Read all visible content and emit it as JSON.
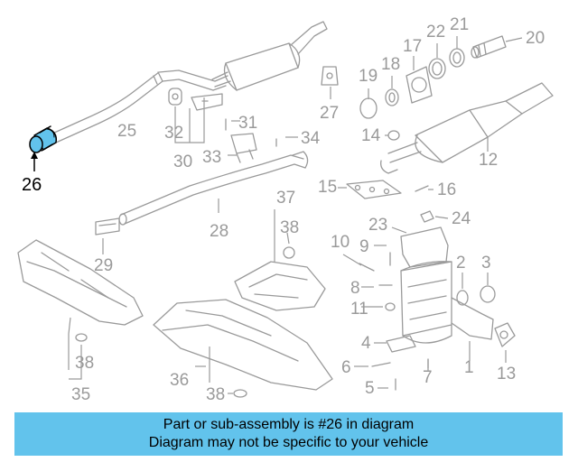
{
  "labels": {
    "p1": "1",
    "p2": "2",
    "p3": "3",
    "p4": "4",
    "p5": "5",
    "p6": "6",
    "p7": "7",
    "p8": "8",
    "p9": "9",
    "p10": "10",
    "p11": "11",
    "p12": "12",
    "p13": "13",
    "p14": "14",
    "p15": "15",
    "p16": "16",
    "p17": "17",
    "p18": "18",
    "p19": "19",
    "p20": "20",
    "p21": "21",
    "p22": "22",
    "p23": "23",
    "p24": "24",
    "p25": "25",
    "p26": "26",
    "p27": "27",
    "p28": "28",
    "p29": "29",
    "p30": "30",
    "p31": "31",
    "p32": "32",
    "p33": "33",
    "p34": "34",
    "p35": "35",
    "p36": "36",
    "p37": "37",
    "p38": "38"
  },
  "highlight_part": "26",
  "colors": {
    "line": "#9a9a9a",
    "highlight_fill": "#62c3ec",
    "banner_bg": "#62c3ec"
  },
  "banner": {
    "line1": "Part or sub-assembly is #26 in diagram",
    "line2": "Diagram may not be specific to your vehicle"
  }
}
